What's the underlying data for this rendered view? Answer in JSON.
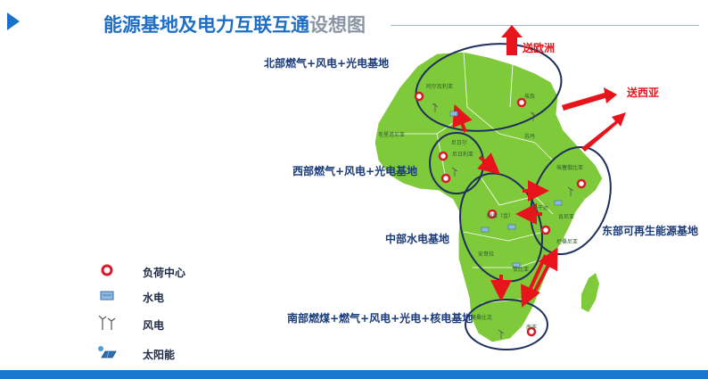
{
  "title": {
    "main": "能源基地及电力互联互通",
    "suffix": "设想图"
  },
  "regions": {
    "north": "北部燃气+风电+光电基地",
    "west": "西部燃气+风电+光电基地",
    "central": "中部水电基地",
    "east": "东部可再生能源基地",
    "south": "南部燃煤+燃气+风电+光电+核电基地"
  },
  "exports": {
    "europe": "送欧洲",
    "west_asia": "送西亚"
  },
  "legend": {
    "load_center": "负荷中心",
    "hydro": "水电",
    "wind": "风电",
    "solar": "太阳能"
  },
  "countries": {
    "algeria": "阿尔及利亚",
    "egypt": "埃及",
    "mauritania": "毛里塔尼亚",
    "sudan": "苏丹",
    "niger": "尼日尔",
    "nigeria": "尼日利亚",
    "ethiopia": "埃塞俄比亚",
    "uganda": "乌干达",
    "kenya": "肯尼亚",
    "drc": "刚果（金）",
    "tanzania": "坦桑尼亚",
    "angola": "安哥拉",
    "zambia": "赞比亚",
    "south_africa": "南非",
    "mozambique": "莫桑比克"
  },
  "colors": {
    "land": "#7fca3a",
    "ellipse": "#1f2f5c",
    "arrow": "#e8141c",
    "load_center": "#d7192a",
    "title": "#1f6fc5"
  }
}
